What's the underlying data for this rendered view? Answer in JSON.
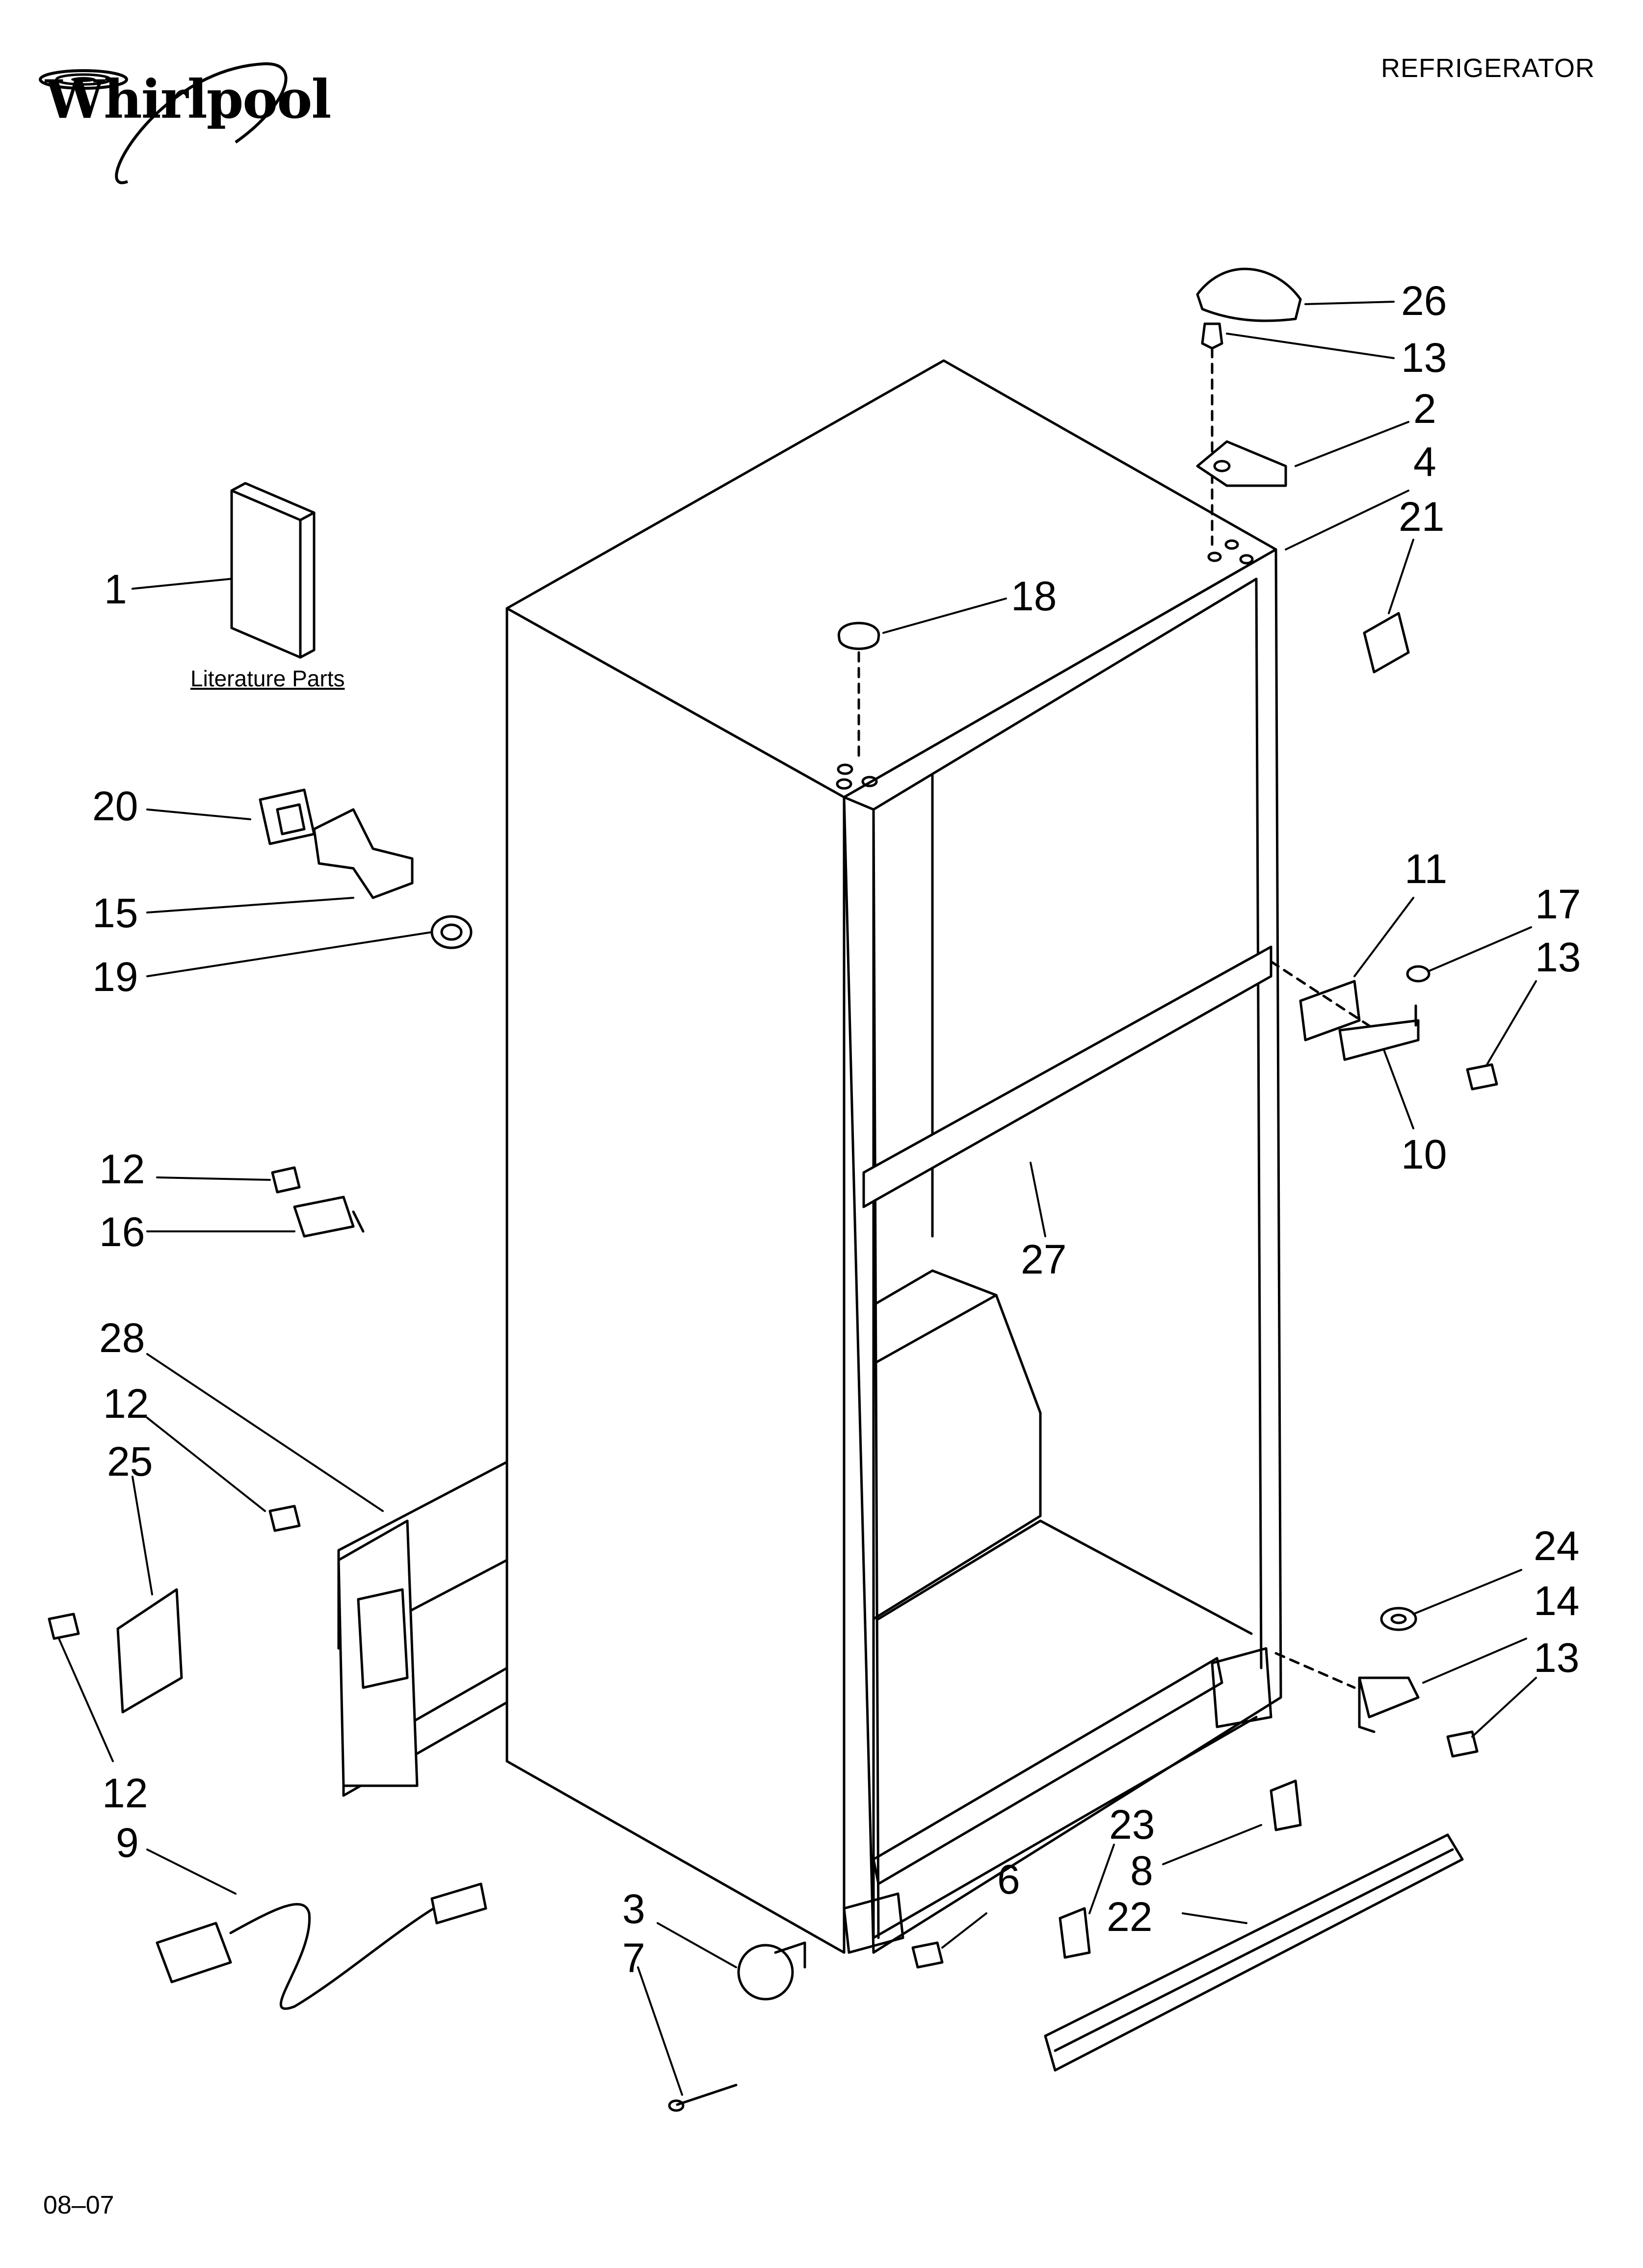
{
  "header": {
    "brand": "Whirlpool",
    "title": "REFRIGERATOR"
  },
  "literature_label": "Literature Parts",
  "footer": {
    "date_code": "08–07"
  },
  "callouts": [
    "26",
    "13",
    "2",
    "4",
    "21",
    "1",
    "18",
    "20",
    "15",
    "19",
    "11",
    "17",
    "13",
    "10",
    "27",
    "12",
    "16",
    "28",
    "12",
    "25",
    "12",
    "24",
    "14",
    "13",
    "23",
    "8",
    "22",
    "9",
    "3",
    "6",
    "7"
  ],
  "colors": {
    "line": "#000000",
    "background": "#ffffff"
  }
}
